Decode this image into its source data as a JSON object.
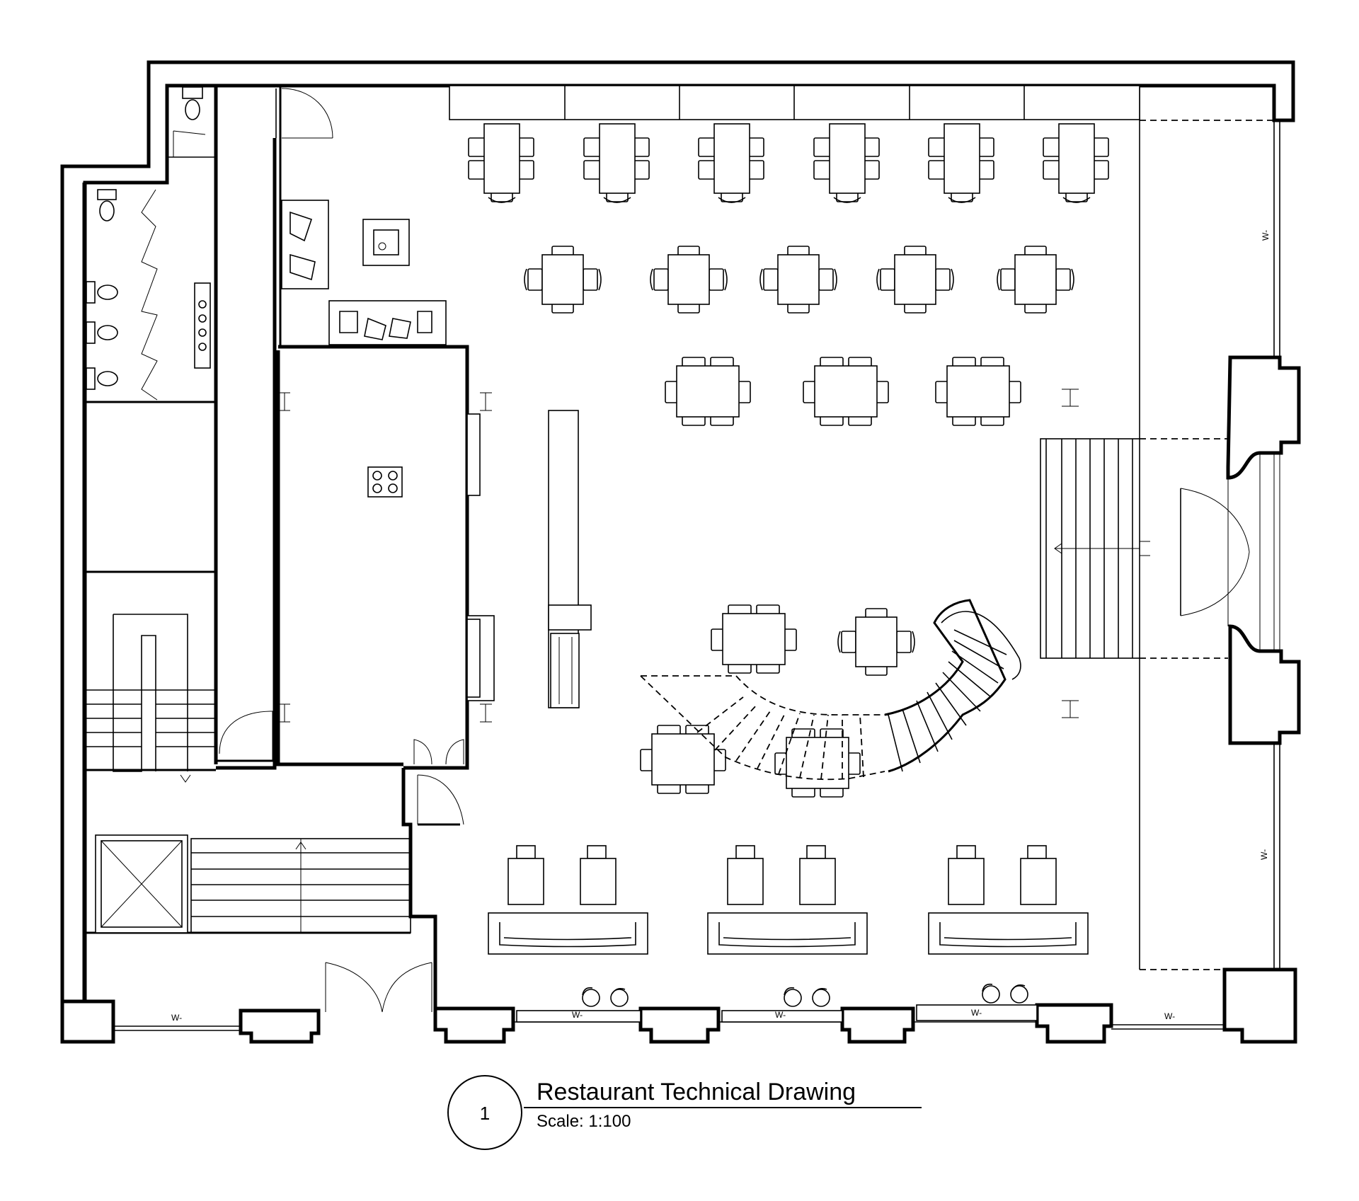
{
  "title_block": {
    "drawing_number": "1",
    "title": "Restaurant Technical Drawing",
    "scale": "Scale: 1:100"
  },
  "window_tag": "W-",
  "colors": {
    "ink": "#000000",
    "paper": "#ffffff"
  }
}
